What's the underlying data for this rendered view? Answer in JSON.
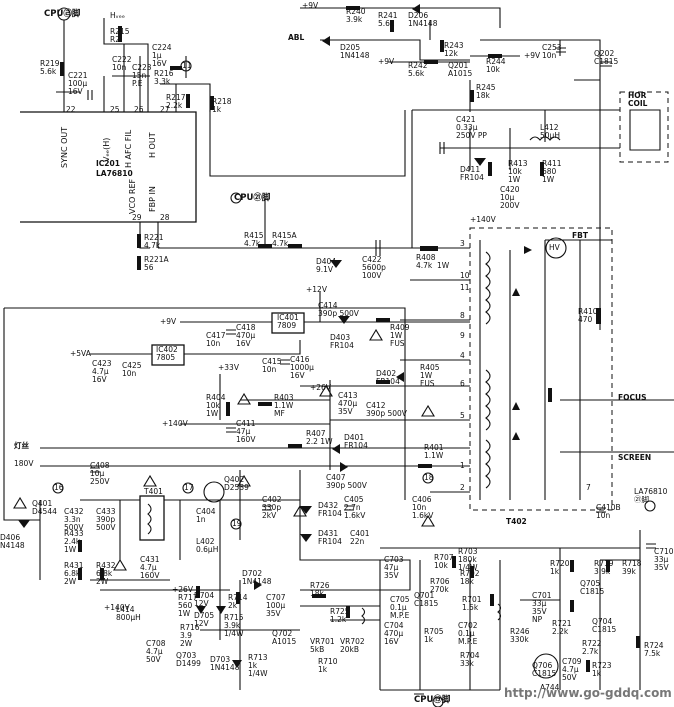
{
  "ic": {
    "ic201_name": "IC201",
    "ic201_part": "LA76810",
    "pin_sync_out": "SYNC OUT",
    "pin_vcc": "Vₑₑ(H)",
    "pin_hafc": "H AFC FIL",
    "pin_hout": "H OUT",
    "pin_vco": "VCO REF",
    "pin_fbp": "FBP IN",
    "pin22": "22",
    "pin25": "25",
    "pin26": "26",
    "pin27": "27",
    "pin29": "29",
    "pin28": "28",
    "ic401": "IC401\n7809",
    "ic402": "IC402\n7805",
    "la76810_ref": "LA76810\n㉑脚"
  },
  "rails": {
    "vcc": "Hᵥₑₑ",
    "p9v_top": "+9V",
    "abl": "ABL",
    "p9v_mid": "+9V",
    "p9v_q201": "+9V",
    "p12v": "+12V",
    "p9v_reg": "+9V",
    "p5va": "+5VA",
    "p33v": "+33V",
    "p26v": "+26V",
    "p140v_a": "+140V",
    "p140v_b": "+140V",
    "p140v_c": "+140V",
    "p26v_b": "+26V",
    "filament": "灯丝",
    "v180": "180V",
    "hor_coil": "HOR\nCOIL",
    "fbt": "FBT",
    "hv": "HV",
    "focus": "FOCUS",
    "screen": "SCREEN",
    "cpu33": "CPU㉣脚",
    "cpu21": "CPU㉑脚",
    "cpu19": "CPU⑲脚"
  },
  "parts": {
    "r219": "R219\n5.6k",
    "c221": "C221\n100μ\n16V",
    "r215": "R215\nR2",
    "c222": "C222\n10n",
    "c224": "C224\n1μ\n16V",
    "c223": "C223\n15n\nP.E",
    "r216": "R216\n3.3k",
    "r217": "R217\n2.2k",
    "r218": "R218\n1k",
    "r240": "R240\n3.9k",
    "d206": "D206\n1N4148",
    "r241": "R241\n5.6k",
    "d205": "D205\n1N4148",
    "r243": "R243\n12k",
    "r242": "R242\n5.6k",
    "q201": "Q201\nA1015",
    "r244": "R244\n10k",
    "c253": "C253\n10n",
    "q202": "Q202\nC1815",
    "r245": "R245\n18k",
    "c421": "C421\n0.33μ\n250V PP",
    "l412": "L412\n50μH",
    "d411": "D411\nFR104",
    "r413": "R413\n10k\n1W",
    "r411": "R411\n680\n1W",
    "c420": "C420\n10μ\n200V",
    "r221": "R221\n4.7k",
    "r221a": "R221A\n56",
    "r415": "R415\n4.7k",
    "r415a": "R415A\n4.7k",
    "d404": "D404\n9.1V",
    "c422": "C422\n5600p\n100V",
    "r408": "R408\n4.7k  1W",
    "c414": "C414\n390p 500V",
    "c417": "C417\n10n",
    "c418": "C418\n470μ\n16V",
    "r409": "R409\n1W\nFUS",
    "d403": "D403\nFR104",
    "c423": "C423\n4.7μ\n16V",
    "c425": "C425\n10n",
    "c415": "C415\n10n",
    "c416": "C416\n1000μ\n16V",
    "r405": "R405\n1W\nFUS",
    "d402": "D402\nFR104",
    "c413": "C413\n470μ\n35V",
    "c412": "C412\n390p 500V",
    "r404": "R404\n10k\n1W",
    "r403": "R403\n1.1W\nMF",
    "c411": "C411\n47μ\n160V",
    "r407": "R407\n2.2 1W",
    "d401": "D401\nFR104",
    "r401": "R401\n1.1W",
    "c407": "C407\n390p 500V",
    "c408": "C408\n10μ\n250V",
    "r410": "R410\n470",
    "c410b": "C410B\n10n",
    "q401": "Q401\nD4544",
    "d406": "D406\nN4148",
    "c432": "C432\n3.3n\n500V",
    "c433": "C433\n390p\n500V",
    "t401": "T401",
    "r433": "R433\n2.4k\n1W",
    "r431": "R431\n6.8k\n2W",
    "r432": "R432\n6.8k\n2W",
    "c431": "C431\n4.7μ\n160V",
    "q402": "Q402\nD2539",
    "c404": "C404\n1n",
    "l402": "L402\n0.6μH",
    "c402": "C402\n330p\n2kV",
    "d432": "D432\nFR104",
    "d431": "D431\nFR104",
    "c405": "C405\n2.7n\n1.6kV",
    "c401": "C401\n22n",
    "c406": "C406\n10n\n1.6kV",
    "t402": "T402",
    "l414": "L414\n800μH",
    "r717": "R717\n560\n1W",
    "d704": "D704\n12V",
    "d705": "D705\n12V",
    "r714": "R714\n2k",
    "r715": "R715\n3.9k\n1/4W",
    "d702": "D702\n1N4148",
    "c707": "C707\n100μ\n35V",
    "q702": "Q702\nA1015",
    "r716": "R716\n3.9\n2W",
    "c708": "C708\n4.7μ\n50V",
    "q703": "Q703\nD1499",
    "d703": "D703\n1N4148",
    "r713": "R713\n1k\n1/4W",
    "r726": "R726\n18k",
    "r725": "R725\n1.2k",
    "vr701": "VR701\n5kB",
    "vr702": "VR702\n20kB",
    "r710": "R710\n1k",
    "c703": "C703\n47μ\n35V",
    "r707": "R707\n10k",
    "r703": "R703\n180k\n1/4W",
    "r702": "R702\n18k",
    "r706": "R706\n270k",
    "r701": "R701\n1.5k",
    "c701": "C701\n33μ\n35V\nNP",
    "c705": "C705\n0.1μ\nM.P.E",
    "q701": "Q701\nC1815",
    "c704": "C704\n470μ\n16V",
    "r705": "R705\n1k",
    "c702": "C702\n0.1μ\nM.P.E",
    "r246": "R246\n330k",
    "r704": "R704\n33k",
    "r720": "R720\n1k",
    "r719": "R719\n3.9k",
    "r718": "R718\n39k",
    "c710": "C710\n33μ\n35V",
    "q705": "Q705\nC1815",
    "r721": "R721\n2.2k",
    "q704": "Q704\nC1815",
    "r722": "R722\n2.7k",
    "r724": "R724\n7.5k",
    "c709": "C709\n4.7μ\n50V",
    "q706": "Q706\nC1815",
    "r723": "R723\n1k",
    "a744": "A744"
  },
  "pins": {
    "n1": "1",
    "n2": "2",
    "n3": "3",
    "n4": "4",
    "n5": "5",
    "n6": "6",
    "n7": "7",
    "n8": "8",
    "n9": "9",
    "n10": "10",
    "n11": "11",
    "c16": "16",
    "c17": "17",
    "c18": "18",
    "c19": "19",
    "c11": "11"
  },
  "watermark": "http://www.go-gddq.com"
}
